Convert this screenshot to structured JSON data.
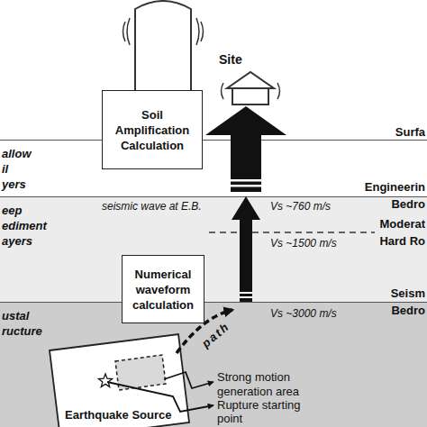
{
  "diagram": {
    "nodes": [
      {
        "text": [
          "allow il yers"
        ]
      },
      {
        "text": [
          "eep ediment ayers"
        ]
      },
      {
        "text": [
          "ustal ructure"
        ]
      },
      {
        "text": [
          "Soil Amplification Calculation"
        ]
      },
      {
        "text": [
          "Numerical waveform calculation"
        ]
      },
      {
        "text": [
          "Earthquake Source"
        ],
        "in": 2
      }
    ],
    "edges": [
      {
        "from": 2,
        "to": 0,
        "arrow": "to"
      }
    ],
    "labels": [
      "Site",
      "Surfa",
      "Engineerin",
      "Bedro",
      "seismic wave at E.B.",
      "Vs ~760 m/s",
      "Moderat",
      "Hard Ro",
      "Vs ~1500 m/s",
      "Seism",
      "Bedro",
      "Vs ~3000 m/s",
      "path",
      "Strong motion generation area",
      "Rupture starting point"
    ]
  }
}
